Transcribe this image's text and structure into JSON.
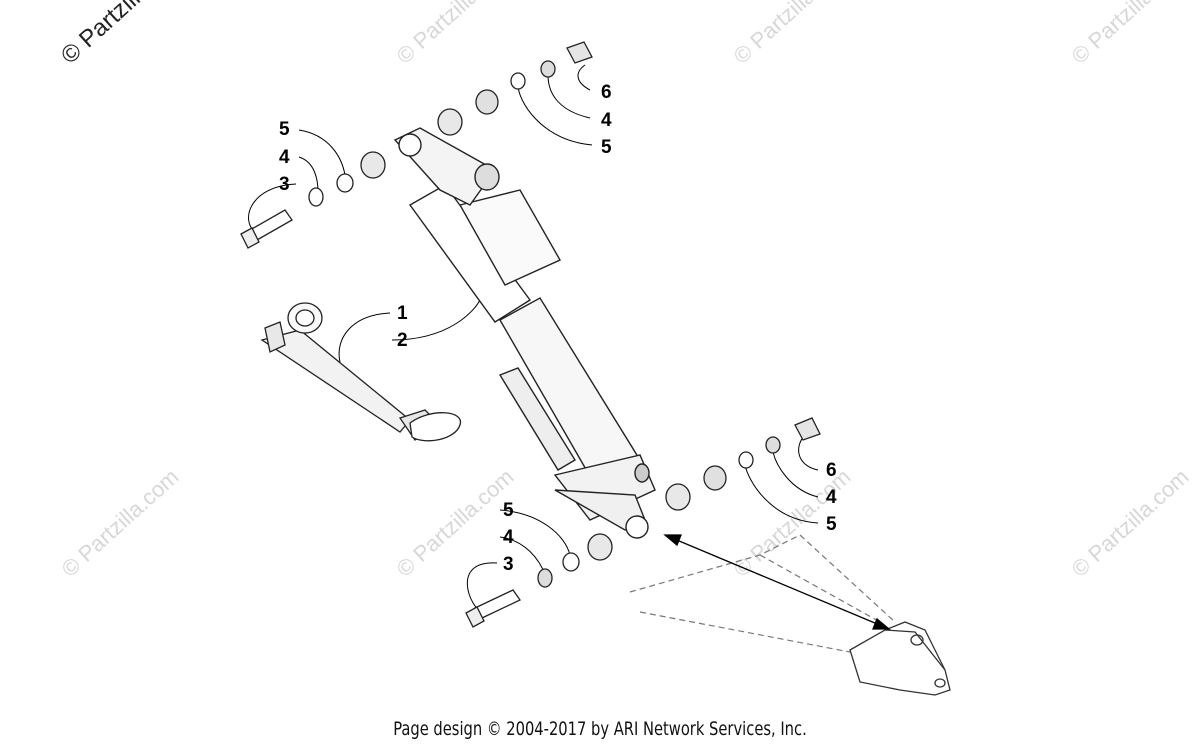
{
  "watermark": {
    "corner_text": "© Partzilla",
    "text": "© Partzilla.com"
  },
  "callouts": {
    "upper_left": [
      "5",
      "4",
      "3"
    ],
    "upper_right": [
      "6",
      "4",
      "5"
    ],
    "shock": [
      "1",
      "2"
    ],
    "lower_left": [
      "5",
      "4",
      "3"
    ],
    "lower_right": [
      "6",
      "4",
      "5"
    ]
  },
  "footer": {
    "text": "Page design © 2004-2017 by ARI Network Services, Inc."
  }
}
